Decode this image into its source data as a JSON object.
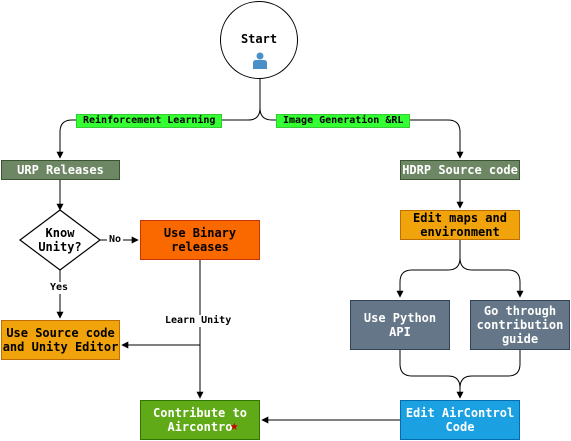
{
  "start": {
    "label": "Start",
    "icon": "user-icon"
  },
  "branches": {
    "left": "Reinforcement Learning",
    "right": "Image Generation &RL"
  },
  "nodes": {
    "urp": "URP Releases",
    "hdrp": "HDRP Source code",
    "know_unity": "Know Unity?",
    "binary": "Use Binary releases",
    "edit_maps": "Edit maps and environment",
    "source_editor": "Use Source code and Unity Editor",
    "python_api": "Use Python API",
    "contribution_guide": "Go through contribution guide",
    "edit_aircontrol": "Edit AirControl Code",
    "contribute": "Contribute to Aircontro"
  },
  "edge_labels": {
    "no": "No",
    "yes": "Yes",
    "learn": "Learn Unity"
  },
  "colors": {
    "urp": "#6d8764",
    "orange": "#f0a30a",
    "binary": "#fa6800",
    "slate": "#647687",
    "blue": "#1ba1e2",
    "lime": "#60a917",
    "chip": "#33ff33",
    "icon": "#4a90c8"
  }
}
